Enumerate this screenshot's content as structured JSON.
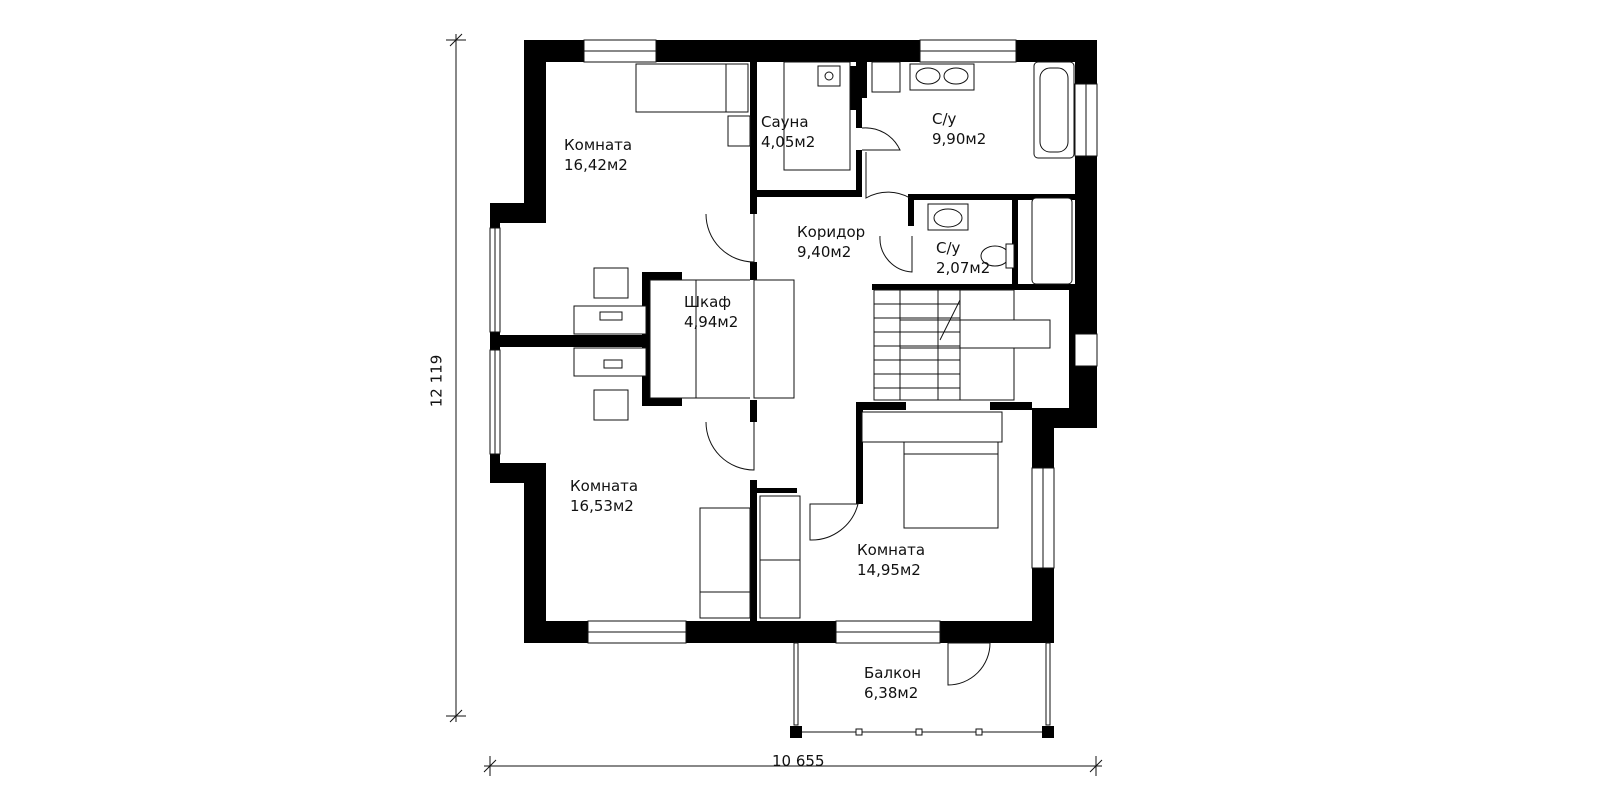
{
  "colors": {
    "wall": "#000000",
    "line": "#111111",
    "fill": "#ffffff"
  },
  "dimensions": {
    "width": "10 655",
    "height": "12 119"
  },
  "rooms": [
    {
      "id": "room-1",
      "name": "Комната",
      "area": "16,42м2"
    },
    {
      "id": "sauna",
      "name": "Сауна",
      "area": "4,05м2"
    },
    {
      "id": "bath-main",
      "name": "С/у",
      "area": "9,90м2"
    },
    {
      "id": "corridor",
      "name": "Коридор",
      "area": "9,40м2"
    },
    {
      "id": "bath-small",
      "name": "С/у",
      "area": "2,07м2"
    },
    {
      "id": "closet",
      "name": "Шкаф",
      "area": "4,94м2"
    },
    {
      "id": "room-2",
      "name": "Комната",
      "area": "16,53м2"
    },
    {
      "id": "room-3",
      "name": "Комната",
      "area": "14,95м2"
    },
    {
      "id": "balcony",
      "name": "Балкон",
      "area": "6,38м2"
    }
  ]
}
